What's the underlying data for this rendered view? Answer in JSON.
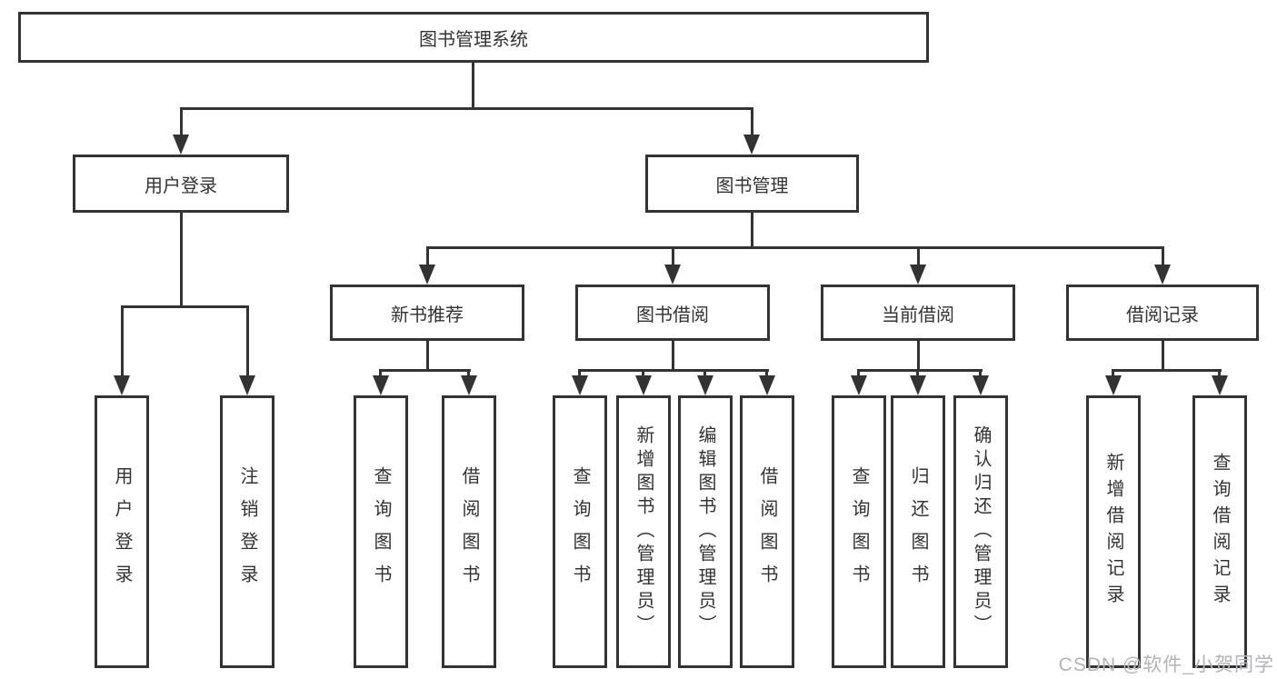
{
  "diagram": {
    "title": "图书管理系统",
    "root": {
      "label": "图书管理系统"
    },
    "level2": {
      "user_login": {
        "label": "用户登录"
      },
      "book_mgmt": {
        "label": "图书管理"
      }
    },
    "level3": {
      "new_books": {
        "label": "新书推荐"
      },
      "book_borrow": {
        "label": "图书借阅"
      },
      "current_borrow": {
        "label": "当前借阅"
      },
      "borrow_records": {
        "label": "借阅记录"
      }
    },
    "leaves": {
      "user_login": [
        "用户登录",
        "注销登录"
      ],
      "new_books": [
        "查询图书",
        "借阅图书"
      ],
      "book_borrow": [
        "查询图书",
        "新增图书（管理员）",
        "编辑图书（管理员）",
        "借阅图书"
      ],
      "current_borrow": [
        "查询图书",
        "归还图书",
        "确认归还（管理员）"
      ],
      "borrow_records": [
        "新增借阅记录",
        "查询借阅记录"
      ]
    }
  },
  "watermark": "CSDN @软件_小贺同学",
  "colors": {
    "line": "#333333",
    "box_background": "#ffffff",
    "text": "#333333",
    "watermark": "#b4b4b8"
  }
}
